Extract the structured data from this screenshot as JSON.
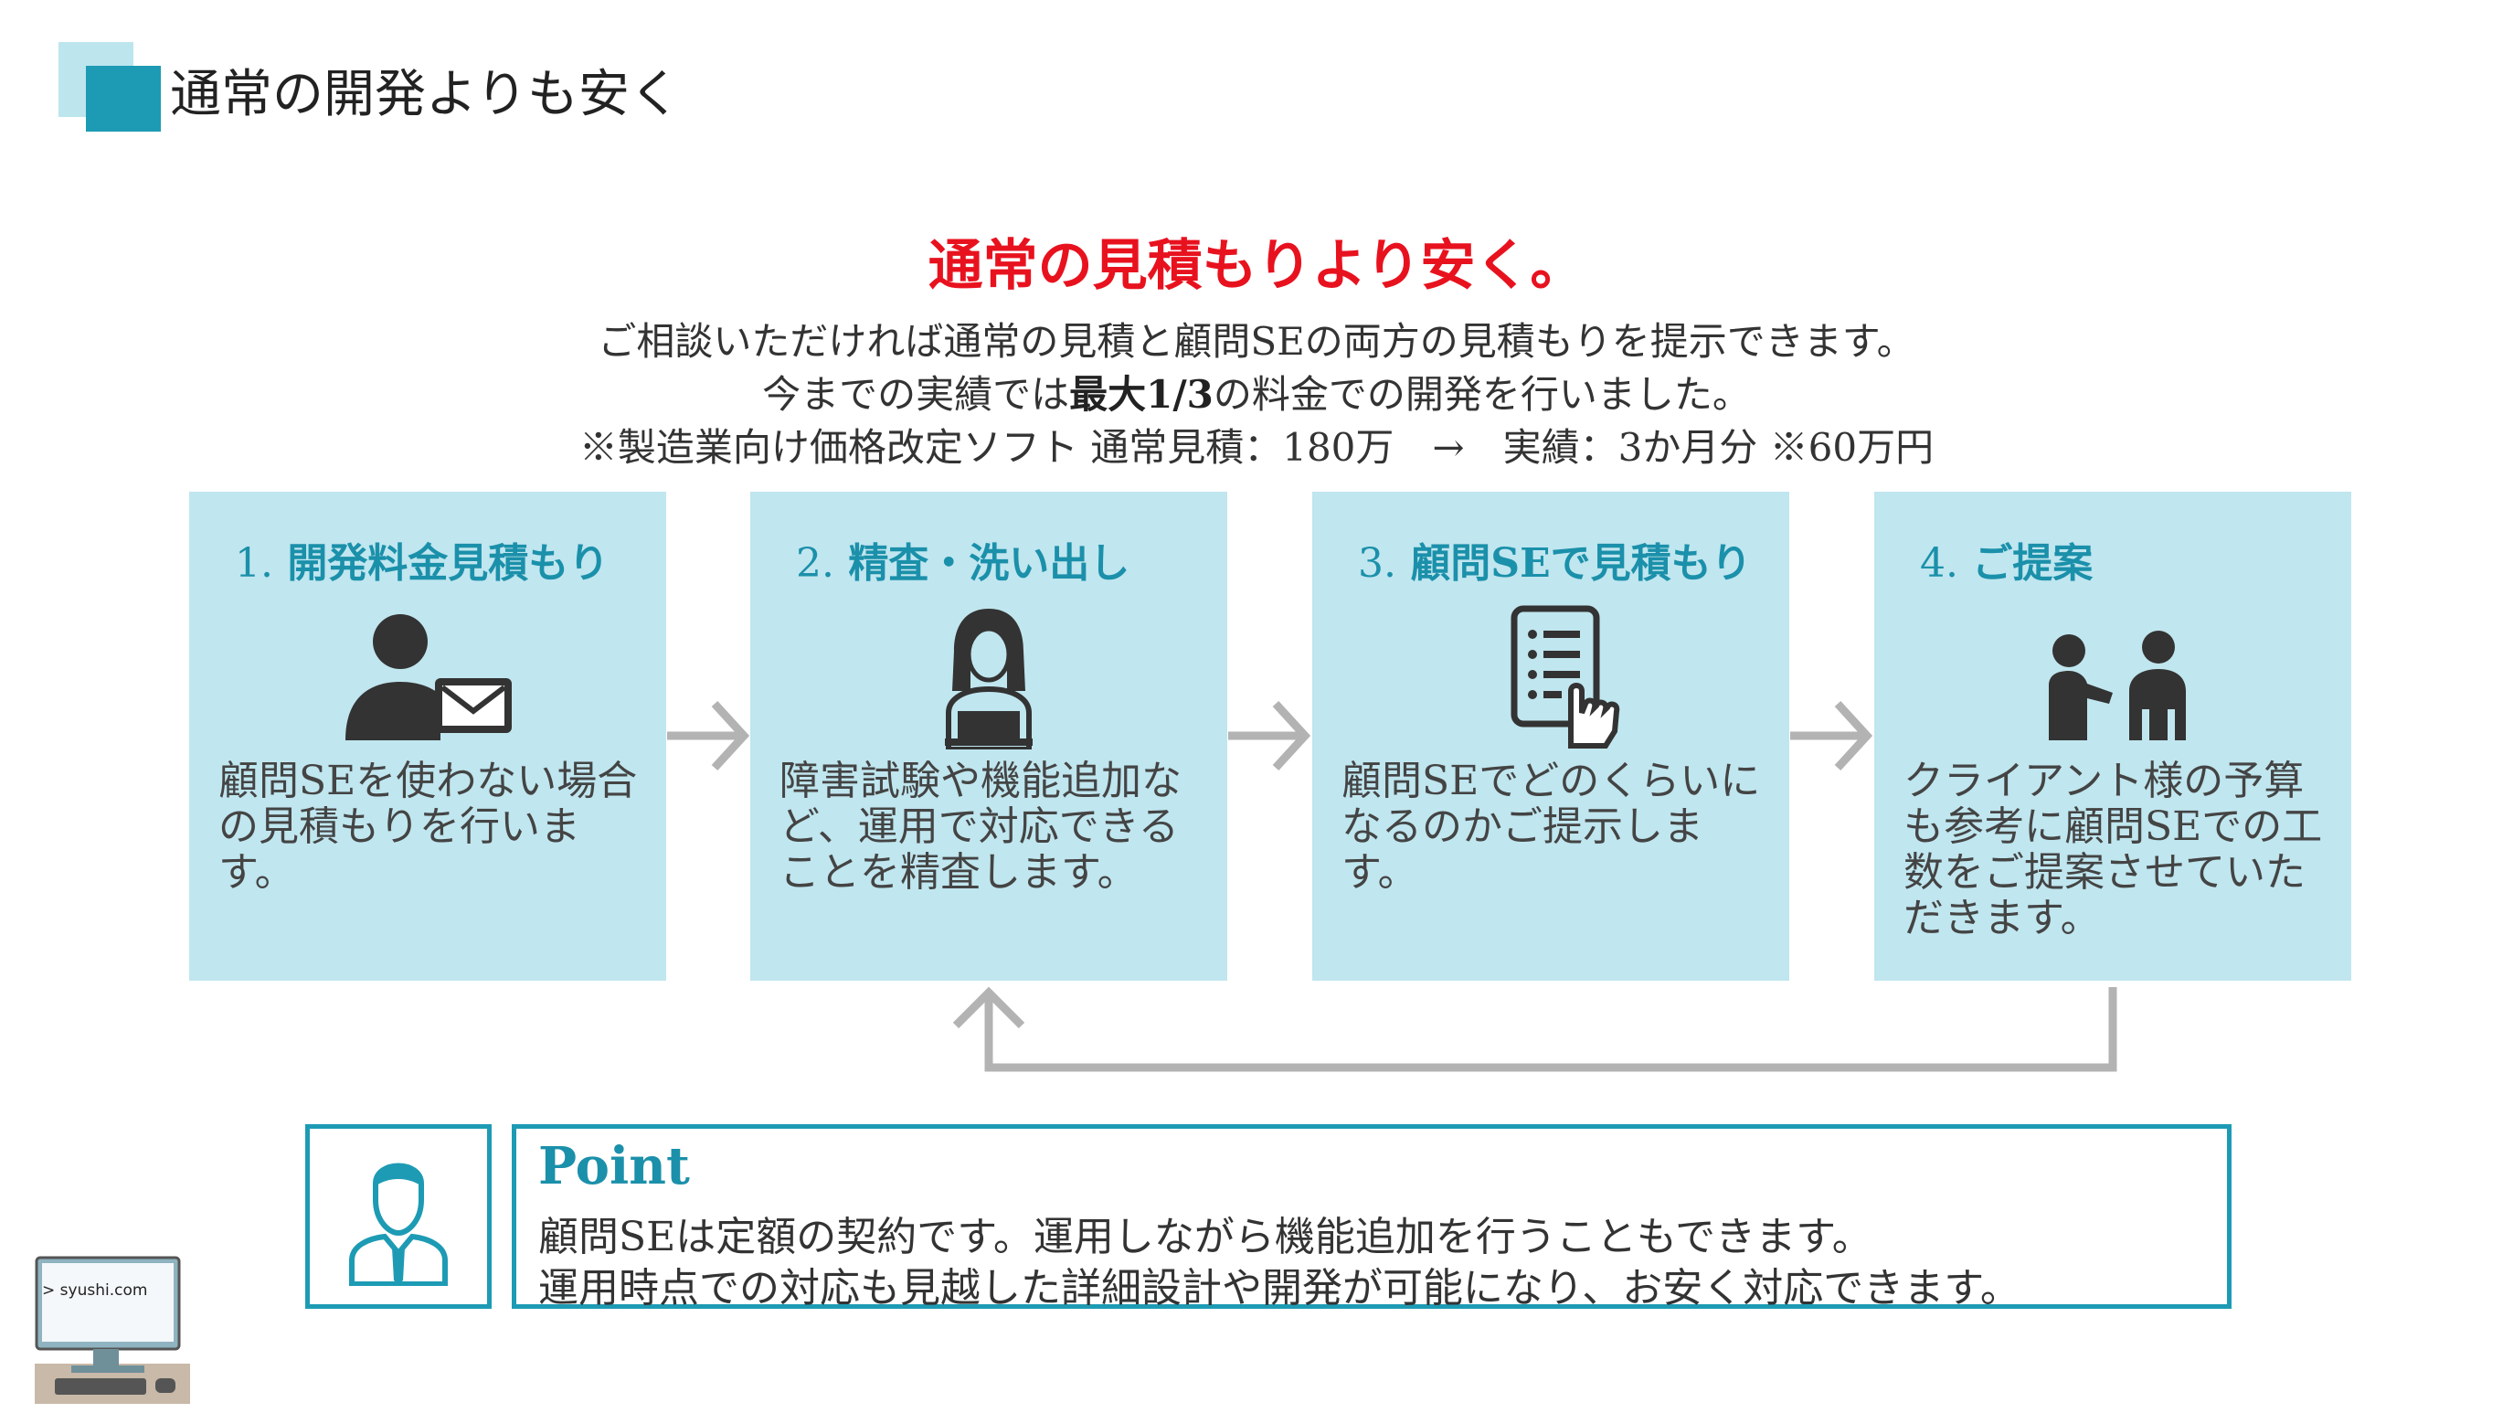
{
  "header": {
    "title": "通常の開発よりも安く"
  },
  "headline": "通常の見積もりより安く。",
  "subtext": {
    "line1": "ご相談いただければ通常の見積と顧問SEの両方の見積もりを提示できます。",
    "line2_prefix": "今までの実績では",
    "line2_bold": "最大1/3",
    "line2_suffix": "の料金での開発を行いました。",
    "line3": "※製造業向け価格改定ソフト 通常見積：180万　→　実績：3か月分 ※60万円"
  },
  "steps": [
    {
      "number": "1.",
      "title": "開発料金見積もり",
      "icon": "user-mail-icon",
      "text": "顧問SEを使わない場合の見積もりを行います。"
    },
    {
      "number": "2.",
      "title": "精査・洗い出し",
      "icon": "woman-laptop-icon",
      "text": "障害試験や機能追加など、運用で対応できることを精査します。"
    },
    {
      "number": "3.",
      "title": "顧問SEで見積もり",
      "icon": "checklist-hand-icon",
      "text": "顧問SEでどのくらいになるのかご提示します。"
    },
    {
      "number": "4.",
      "title": "ご提案",
      "icon": "handshake-people-icon",
      "text": "クライアント様の予算も参考に顧問SEでの工数をご提案させていただきます。"
    }
  ],
  "point": {
    "title": "Point",
    "line1": "顧問SEは定額の契約です。運用しながら機能追加を行うこともできます。",
    "line2": "運用時点での対応も見越した詳細設計や開発が可能になり、お安く対応できます。",
    "icon": "businessman-icon"
  },
  "logo": {
    "label": "> syushi.com"
  },
  "colors": {
    "accent": "#1d9bb4",
    "box_bg": "#c0e6ef",
    "headline": "#e8121f",
    "arrow": "#b3b3b3"
  }
}
